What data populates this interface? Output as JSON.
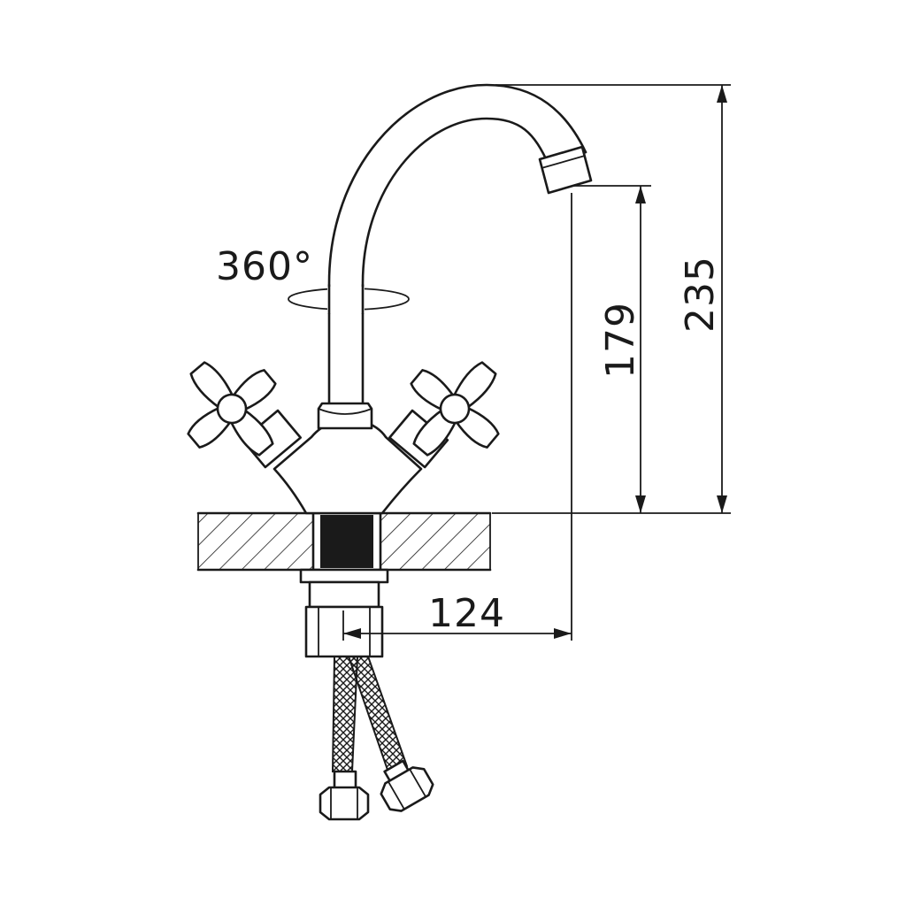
{
  "rotation_label": "360°",
  "dimensions": {
    "total_height": "235",
    "spout_height": "179",
    "spout_reach": "124"
  },
  "colors": {
    "line": "#1a1a1a",
    "background": "#ffffff"
  }
}
